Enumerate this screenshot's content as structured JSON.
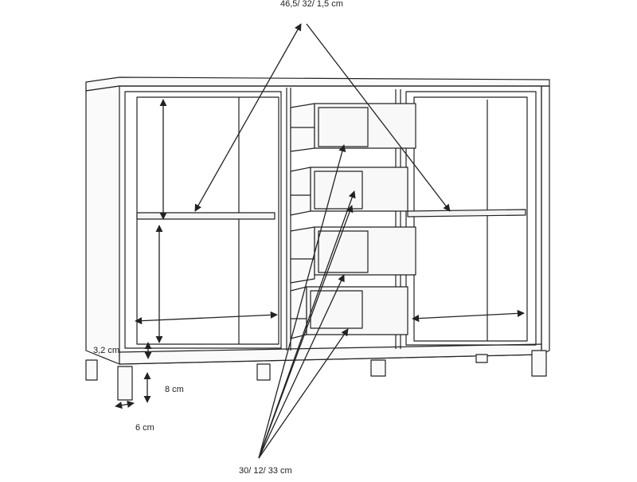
{
  "diagram": {
    "labels": {
      "shelf_size": "46,5/ 32/ 1,5 cm",
      "plinth_height": "3,2 cm",
      "leg_height": "8 cm",
      "leg_width": "6 cm",
      "drawer_size": "30/ 12/ 33 cm"
    },
    "colors": {
      "line": "#222222",
      "shelf_fill": "#f4f4f4",
      "background": "#ffffff"
    }
  }
}
